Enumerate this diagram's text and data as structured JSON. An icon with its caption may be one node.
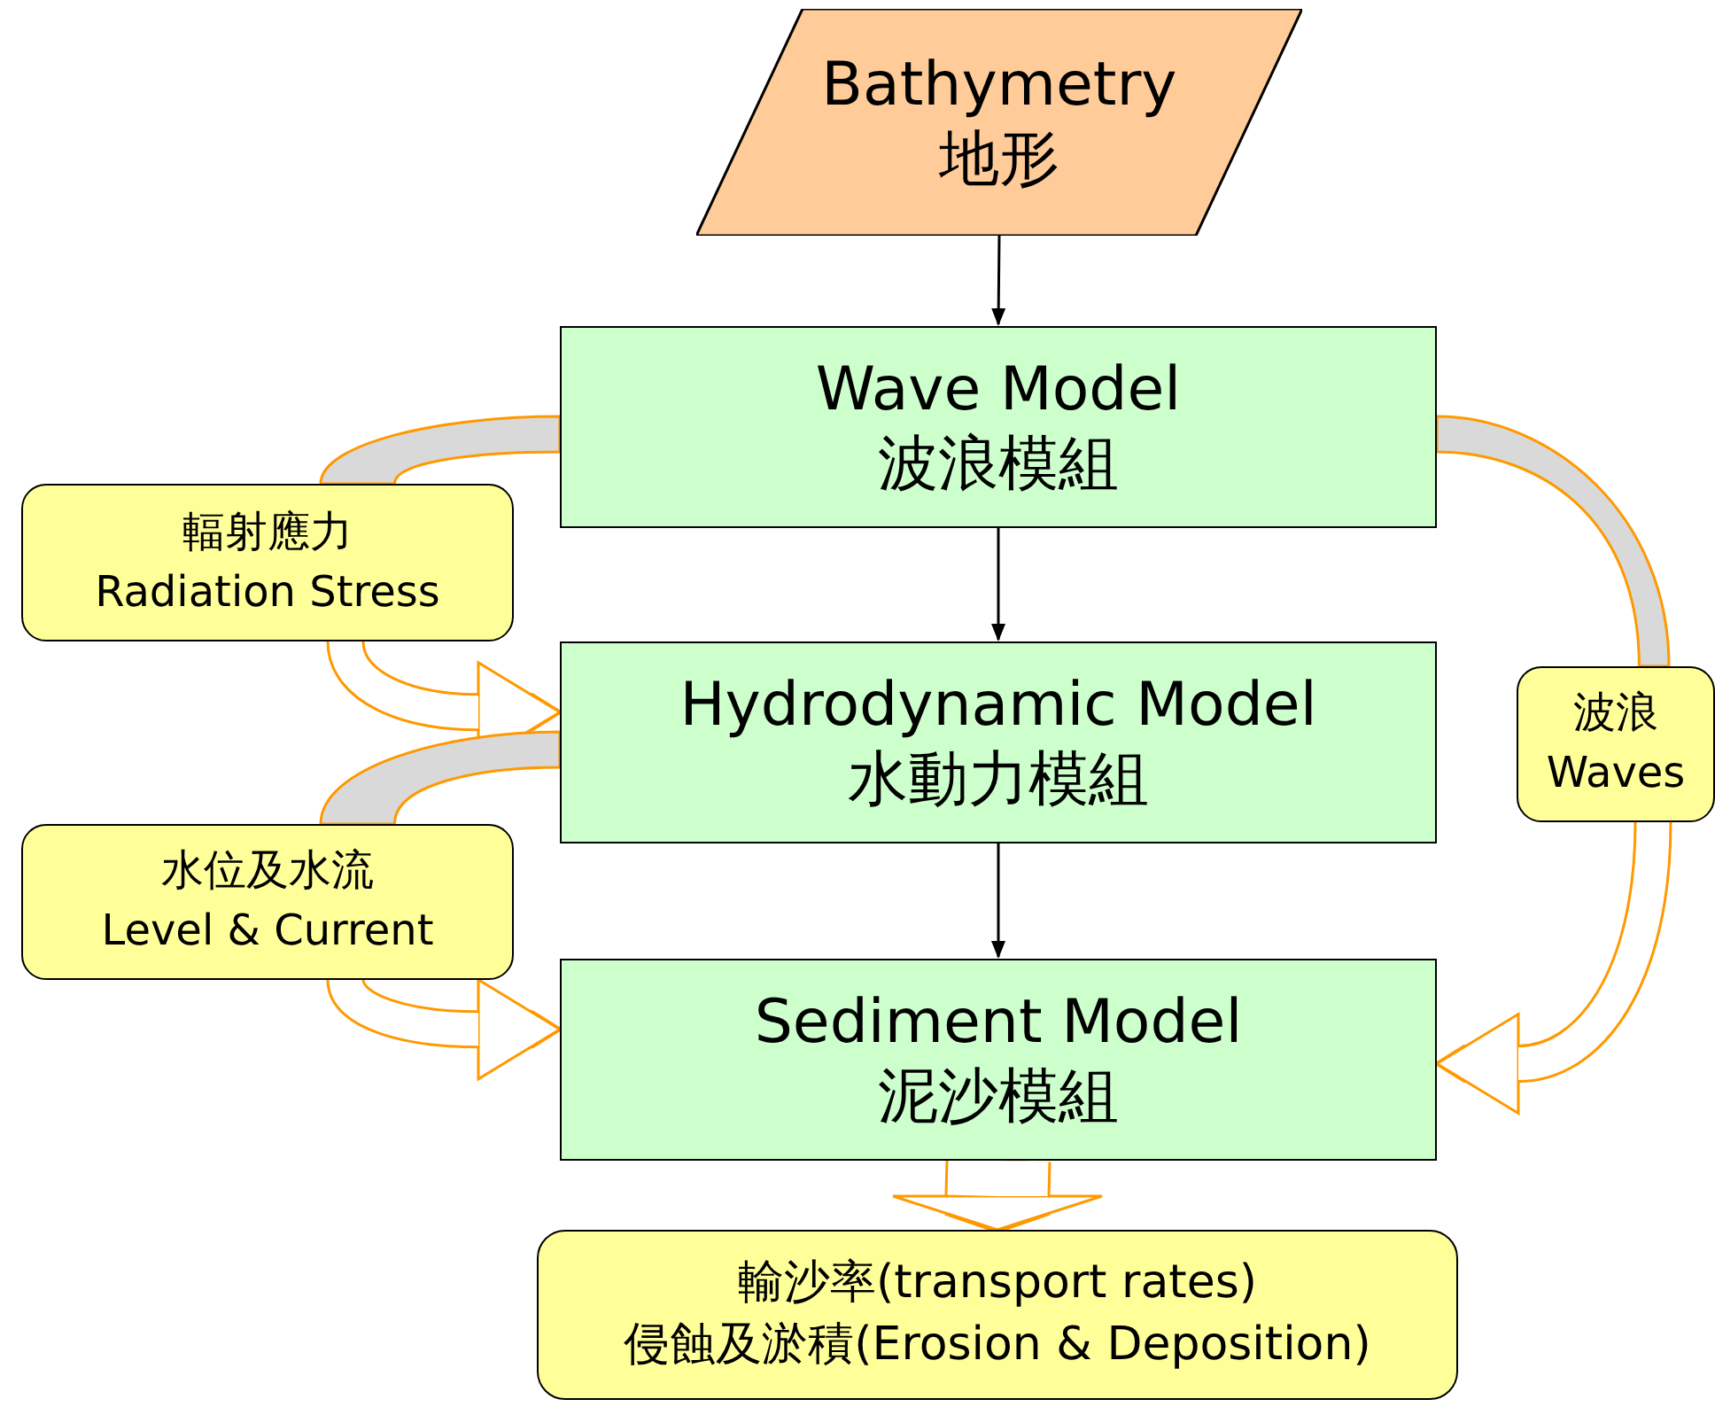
{
  "diagram": {
    "nodes": [
      {
        "text": [
          "Bathymetry",
          "地形"
        ]
      },
      {
        "text": [
          "Wave Model",
          "波浪模組"
        ]
      },
      {
        "text": [
          "Hydrodynamic Model",
          "水動力模組"
        ]
      },
      {
        "text": [
          "Sediment Model",
          "泥沙模組"
        ]
      },
      {
        "text": [
          "輻射應力",
          "Radiation Stress"
        ]
      },
      {
        "text": [
          "波浪",
          "Waves"
        ]
      },
      {
        "text": [
          "水位及水流",
          "Level & Current"
        ]
      },
      {
        "text": [
          "輸沙率(transport rates)",
          "侵蝕及淤積(Erosion & Deposition)"
        ]
      }
    ],
    "edges": [
      {
        "from": 0,
        "to": 1,
        "arrow": "to",
        "color": "#000000"
      },
      {
        "from": 1,
        "to": 2,
        "arrow": "to",
        "color": "#000000"
      },
      {
        "from": 2,
        "to": 3,
        "arrow": "to",
        "color": "#000000"
      },
      {
        "from": 3,
        "to": 7,
        "arrow": "to",
        "style": "thick"
      },
      {
        "from": 1,
        "to": 4,
        "arrow": "none"
      },
      {
        "from": 4,
        "to": 2,
        "arrow": "to"
      },
      {
        "from": 1,
        "to": 5,
        "arrow": "none"
      },
      {
        "from": 5,
        "to": 3,
        "arrow": "to"
      },
      {
        "from": 2,
        "to": 6,
        "arrow": "none"
      },
      {
        "from": 6,
        "to": 3,
        "arrow": "to"
      }
    ]
  }
}
